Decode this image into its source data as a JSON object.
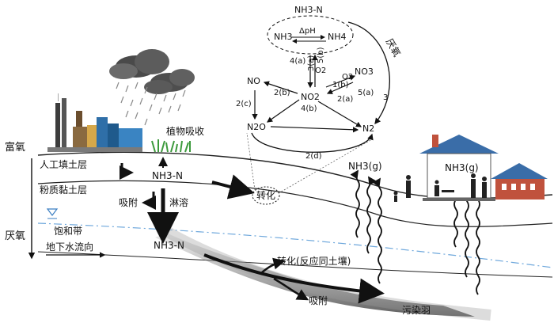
{
  "left_axis": {
    "top_label": "富氧",
    "bottom_label": "厌氧"
  },
  "layers": {
    "fill_layer": "人工填土层",
    "silty_clay": "粉质黏土层",
    "saturated_zone": "饱和带",
    "groundwater_flow": "地下水流向"
  },
  "surface": {
    "plant_uptake": "植物吸收",
    "ammonium_source": "NH3-N",
    "adsorption_top": "吸附",
    "leaching": "淋溶",
    "ammonium_deep": "NH3-N",
    "transformation_circle": "转化"
  },
  "plume": {
    "transform": "转化(反应同土壤)",
    "adsorption": "吸附",
    "plume_label": "污染羽"
  },
  "volatilization": {
    "left": "NH3(g)",
    "right": "NH3(g)"
  },
  "cycle": {
    "top": "NH3-N",
    "nh3": "NH3",
    "dph": "ΔpH",
    "nh4": "NH4",
    "o2": "O2",
    "no3": "NO3",
    "no": "NO",
    "no2": "NO2",
    "n2o": "N2O",
    "n2": "N2",
    "anaerobic": "厌氧",
    "labels": {
      "l4a": "4(a)",
      "l5b": "5(b)",
      "l3a": "3(a)",
      "l1b": "1(b)",
      "l5a": "5(a)",
      "l2a": "2(a)",
      "l2b": "2(b)",
      "l4b": "4(b)",
      "l2c": "2(c)",
      "l3": "3",
      "l2d": "2(d)"
    }
  },
  "colors": {
    "soil_top": "#e8e8e8",
    "plume_dark": "#8c8c8c",
    "water_line": "#6fa8dc",
    "house_roof": "#3a6da8",
    "house_wall": "#c0523d"
  }
}
